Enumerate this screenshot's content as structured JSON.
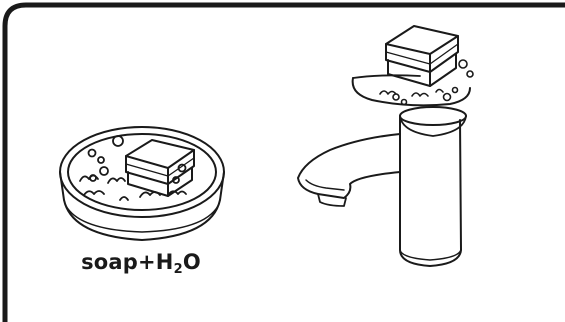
{
  "caption": {
    "prefix": "soap+H",
    "subscript": "2",
    "suffix": "O"
  },
  "colors": {
    "line": "#1a1a1a",
    "background": "#ffffff"
  }
}
